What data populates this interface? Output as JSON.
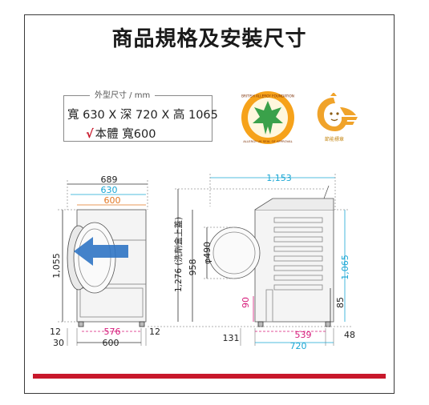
{
  "title": "商品規格及安裝尺寸",
  "spec_box": {
    "caption": "外型尺寸 / mm",
    "line1": "寬 630 X 深 720 X 高 1065",
    "check_mark": "√",
    "line2": "本體 寬600"
  },
  "badges": {
    "allergy_seal_top": "BRITISH ALLERGY FOUNDATION",
    "allergy_seal_bottom": "ALLERGY UK SEAL OF APPROVAL",
    "eco_label_caption": "節能標章"
  },
  "front_view": {
    "width_outer": "689",
    "width_mid": "630",
    "width_body": "600",
    "height": "1,055",
    "left_bottom_gap": "12",
    "right_bottom_gap": "12",
    "base_inner_width": "576",
    "base_outer_width": "600",
    "left_base_extra": "30"
  },
  "side_view": {
    "total_depth_open": "1,153",
    "height_with_lid": "1,276 (洗劑盒上蓋)",
    "door_height": "958",
    "door_diameter": "φ490",
    "height_total": "1,065",
    "foot_height_front": "90",
    "foot_height_back": "85",
    "front_offset": "131",
    "base_depth": "539",
    "rear_offset": "48",
    "overall_depth": "720"
  },
  "colors": {
    "teal": "#19a6d4",
    "orange": "#e37722",
    "magenta": "#d61a7a",
    "brand_red": "#c8182b",
    "line": "#333333"
  }
}
